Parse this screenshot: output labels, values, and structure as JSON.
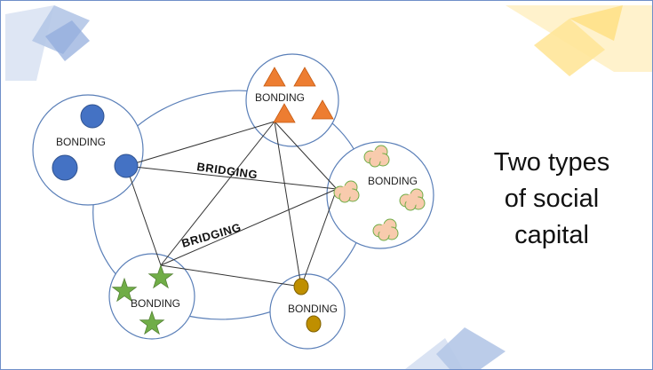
{
  "title_lines": [
    "Two types",
    "of social",
    "capital"
  ],
  "bonding_label": "BONDING",
  "bridging_labels": [
    "BRIDGING",
    "BRIDGING"
  ],
  "colors": {
    "circle_stroke": "#5a7fb8",
    "line": "#333333",
    "blue_node": "#4472c4",
    "orange_node": "#ed7d31",
    "cloud_node": "#f8cbad",
    "cloud_outline": "#70ad47",
    "star_node": "#70ad47",
    "gold_node": "#bf8f00",
    "deco_blue": "#b4c7e7",
    "deco_yellow": "#ffe699"
  },
  "clusters": [
    {
      "id": "blue",
      "label": "BONDING",
      "node_shape": "circle"
    },
    {
      "id": "orange",
      "label": "BONDING",
      "node_shape": "triangle"
    },
    {
      "id": "cloud",
      "label": "BONDING",
      "node_shape": "cloud"
    },
    {
      "id": "gold",
      "label": "BONDING",
      "node_shape": "circle"
    },
    {
      "id": "green",
      "label": "BONDING",
      "node_shape": "star"
    }
  ]
}
